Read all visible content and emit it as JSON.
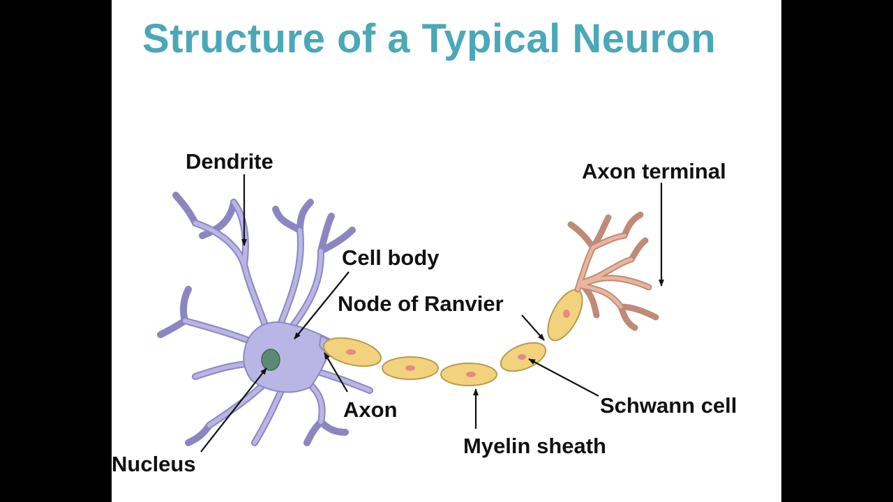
{
  "slide": {
    "title": "Structure of a Typical Neuron"
  },
  "labels": {
    "dendrite": "Dendrite",
    "cell_body": "Cell body",
    "node_of_ranvier": "Node of Ranvier",
    "axon": "Axon",
    "nucleus": "Nucleus",
    "myelin_sheath": "Myelin sheath",
    "schwann_cell": "Schwann cell",
    "axon_terminal": "Axon terminal"
  },
  "colors": {
    "title": "#4aa8b8",
    "cell_body": "#b9b6e6",
    "cell_outline": "#8c86c0",
    "nucleus": "#5e8a75",
    "myelin": "#f3d27e",
    "myelin_outline": "#b79b4b",
    "schwann_nucleus": "#e38b87",
    "axon_terminal": "#d9a08a"
  }
}
